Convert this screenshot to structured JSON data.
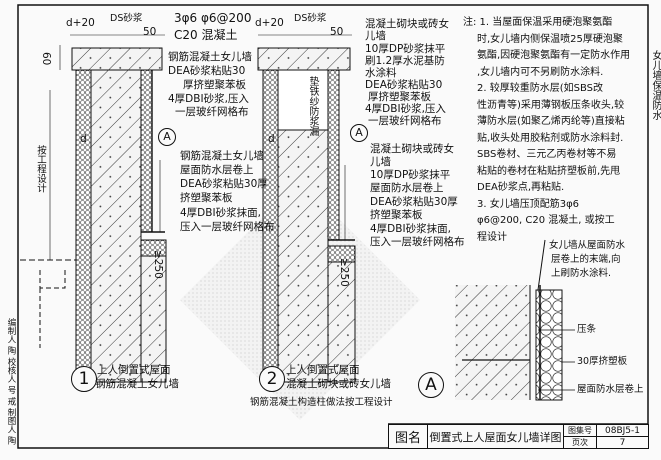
{
  "dimensions": {
    "d20_1": "d+20",
    "ds_1": "DS砂浆",
    "fifty_1": "50",
    "sixty": "60",
    "d_1": "d",
    "d20_2": "d+20",
    "ds_2": "DS砂浆",
    "fifty_2": "50",
    "d_2": "d",
    "ge250_1": "≥250",
    "ge250_2": "≥250",
    "by_design": "按工程设计"
  },
  "rebar": {
    "line1": "3φ6 φ6@200",
    "line2": "C20 混凝土"
  },
  "detail1_top": [
    "钢筋混凝土女儿墙",
    "DEA砂浆粘贴30",
    "厚挤塑聚苯板",
    "4厚DBI砂浆,压入",
    "一层玻纤网格布"
  ],
  "detail2_top": [
    "混凝土砌块或砖女",
    "儿墙",
    "10厚DP砂浆抹平",
    "刷1.2厚水泥基防",
    "水涂料",
    "DEA砂浆粘贴30",
    "厚挤塑聚苯板",
    "4厚DBI砂浆,压入",
    "一层玻纤网格布"
  ],
  "gauze": "垫铁纱防浆漏",
  "detail1_mid": [
    "钢筋混凝土女儿墙",
    "屋面防水层卷上",
    "DEA砂浆粘贴30厚",
    "挤塑聚苯板",
    "4厚DBI砂浆抹面,",
    "压入一层玻纤网格布"
  ],
  "detail2_mid": [
    "混凝土砌块或砖女",
    "儿墙",
    "10厚DP砂浆抹平",
    "屋面防水层卷上",
    "DEA砂浆粘贴30厚",
    "挤塑聚苯板",
    "4厚DBI砂浆抹面,",
    "压入一层玻纤网格布"
  ],
  "notes": [
    "注:  1. 当屋面保温采用硬泡聚氨酯",
    "时,女儿墙内侧保温喷25厚硬泡聚",
    "氨酯,因硬泡聚氨酯有一定防水作用",
    ",女儿墙内可不另刷防水涂料.",
    "    2. 较厚较重防水层(如SBS改",
    "性沥青等)采用薄钢板压条收头,较",
    "薄防水层(如聚乙烯丙纶等)直接粘",
    "贴,收头处用胶粘剂或防水涂料封.",
    "    SBS卷材、三元乙丙卷材等不易",
    "粘贴的卷材在粘贴挤塑板前,先甩",
    "DEA砂浆点,再粘贴.",
    "    3. 女儿墙压顶配筋3φ6",
    "φ6@200, C20 混凝土, 或按工",
    "程设计"
  ],
  "detailA": {
    "label": "A",
    "notes": [
      "女儿墙从屋面防水",
      "层卷上的末端,向",
      "上刷防水涂料."
    ],
    "strip": "压条",
    "board": "30厚挤塑板",
    "membrane": "屋面防水层卷上"
  },
  "captions": {
    "c1_num": "1",
    "c1_l1": "上人倒置式屋面",
    "c1_l2": "钢筋混凝土女儿墙",
    "c2_num": "2",
    "c2_l1": "上人倒置式屋面",
    "c2_l2": "混凝土砌块或砖女儿墙",
    "column_note": "钢筋混凝土构造柱做法按工程设计"
  },
  "side_title": "女儿墙保温防水",
  "signoff": "编制人 陶 校核人 号 戒 制图人 陶",
  "title_block": {
    "name_label": "图名",
    "name": "倒置式上人屋面女儿墙详图",
    "atlas_label": "图集号",
    "atlas": "08BJ5-1",
    "page_label": "页次",
    "page": "7"
  }
}
